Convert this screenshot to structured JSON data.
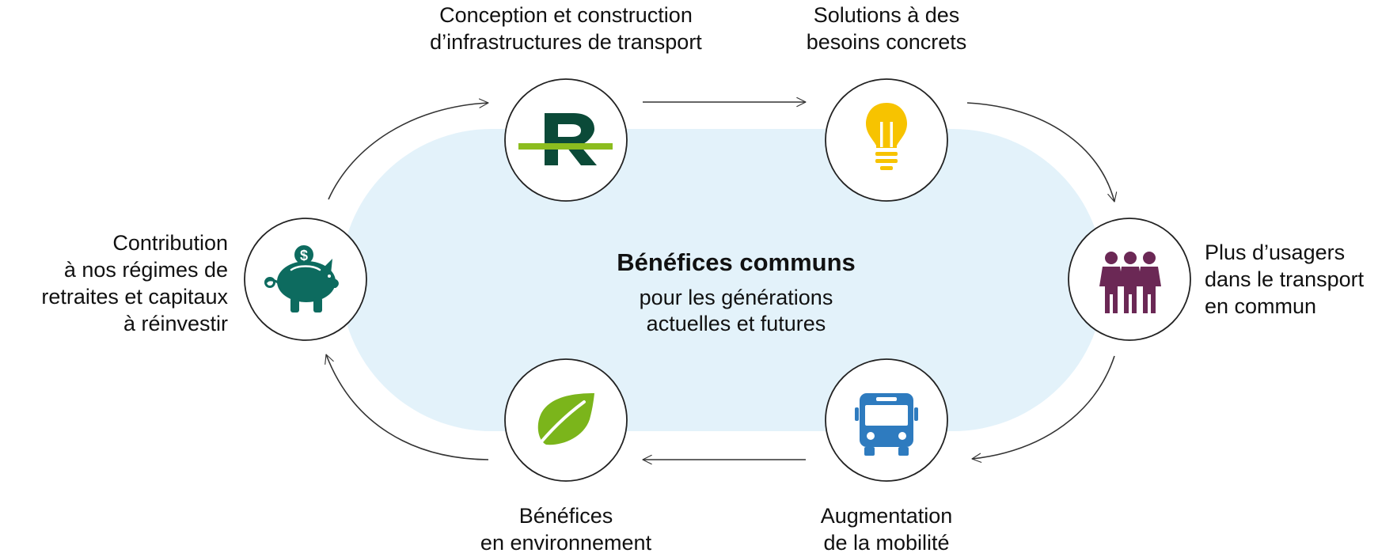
{
  "colors": {
    "background_pill": "#e3f2fa",
    "circle_stroke": "#222222",
    "arrow_stroke": "#333333",
    "r_logo_green": "#0b4a38",
    "r_logo_lime": "#8cbd1f",
    "bulb_yellow": "#f7c300",
    "people_purple": "#6b2855",
    "bus_blue": "#2e7bbf",
    "leaf_green": "#7bb51b",
    "piggy_teal": "#0d6b5f"
  },
  "center": {
    "title": "Bénéfices communs",
    "subtitle_line1": "pour les générations",
    "subtitle_line2": "actuelles et futures"
  },
  "nodes": {
    "infrastructure": {
      "icon": "r-logo-icon",
      "line1": "Conception et construction",
      "line2": "d’infrastructures de transport"
    },
    "solutions": {
      "icon": "lightbulb-icon",
      "line1": "Solutions à des",
      "line2": "besoins concrets"
    },
    "users": {
      "icon": "people-icon",
      "line1": "Plus d’usagers",
      "line2": "dans le transport",
      "line3": "en commun"
    },
    "mobility": {
      "icon": "bus-icon",
      "line1": "Augmentation",
      "line2": "de la mobilité"
    },
    "environment": {
      "icon": "leaf-icon",
      "line1": "Bénéfices",
      "line2": "en environnement"
    },
    "contribution": {
      "icon": "piggy-bank-icon",
      "line1": "Contribution",
      "line2": "à nos régimes de",
      "line3": "retraites et capitaux",
      "line4": "à réinvestir",
      "coin_symbol": "$"
    }
  }
}
